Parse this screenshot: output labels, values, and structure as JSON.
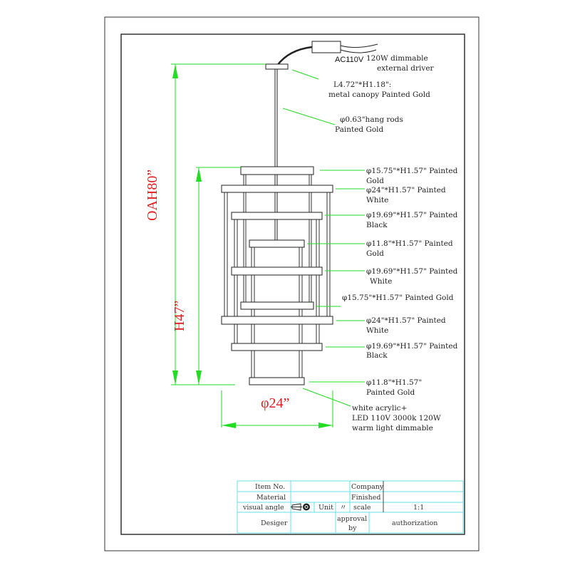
{
  "driver": {
    "voltage": "AC110V",
    "line1": "120W dimmable",
    "line2": "external driver"
  },
  "canopy": {
    "line1": "L4.72\"*H1.18\":",
    "line2": "metal canopy Painted Gold"
  },
  "rods": {
    "line1": "φ0.63\"hang rods",
    "line2": "Painted Gold"
  },
  "rings": [
    {
      "line1": "φ15.75\"*H1.57\" Painted",
      "line2": "Gold"
    },
    {
      "line1": "φ24\"*H1.57\" Painted",
      "line2": "White"
    },
    {
      "line1": "φ19.69\"*H1.57\" Painted",
      "line2": "Black"
    },
    {
      "line1": "φ11.8\"*H1.57\" Painted",
      "line2": "Gold"
    },
    {
      "line1": "φ19.69\"*H1.57\" Painted",
      "line2": "White"
    },
    {
      "line1": "φ15.75\"*H1.57\" Painted Gold",
      "line2": ""
    },
    {
      "line1": "φ24\"*H1.57\" Painted",
      "line2": "White"
    },
    {
      "line1": "φ19.69\"*H1.57\" Painted",
      "line2": "Black"
    },
    {
      "line1": "φ11.8\"*H1.57\"",
      "line2": "Painted Gold"
    }
  ],
  "light": {
    "line1": "white acrylic+",
    "line2": "LED 110V 3000k 120W",
    "line3": "warm light  dimmable"
  },
  "dimensions": {
    "overall": "OAH80”",
    "body": "H47”",
    "diameter": "φ24”"
  },
  "title_block": {
    "item_no": "Item No.",
    "company": "Company",
    "material": "Material",
    "finished": "Finished",
    "visual_angle": "visual angle",
    "unit": "Unit",
    "unit_value": "〃",
    "scale": "scale",
    "scale_value": "1:1",
    "designer": "Desiger",
    "approval1": "approval",
    "approval2": "by",
    "authorization": "authorization"
  },
  "colors": {
    "dimension_line": "#22dd22",
    "dimension_text": "#e02020",
    "table_line": "#66e0e8"
  }
}
